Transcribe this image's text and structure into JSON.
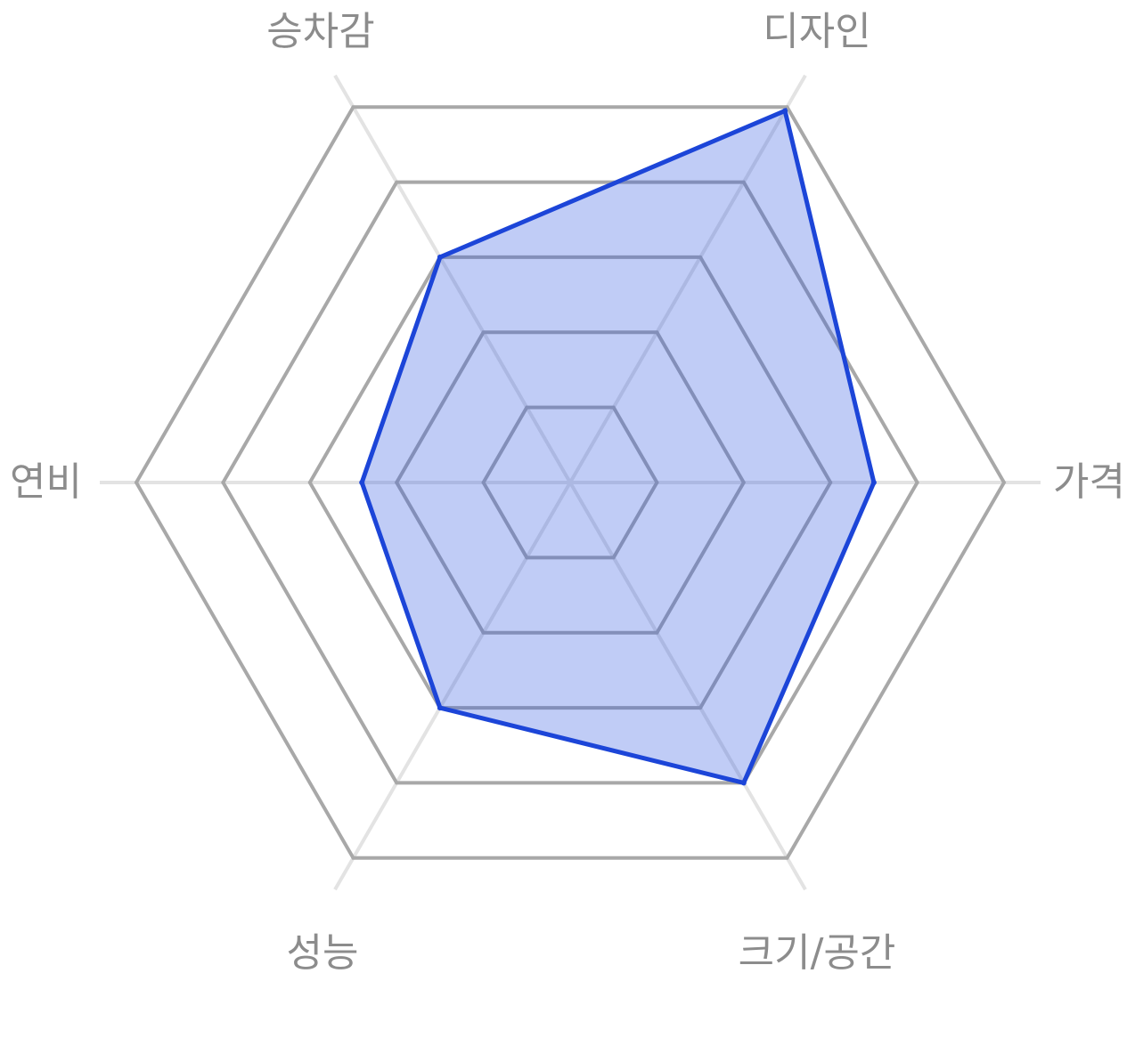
{
  "chart_data": {
    "type": "radar",
    "axes": [
      "가격",
      "디자인",
      "승차감",
      "연비",
      "성능",
      "크기/공간"
    ],
    "values": [
      3.5,
      4.95,
      3.0,
      2.4,
      3.0,
      4.0
    ],
    "range": [
      0,
      5
    ],
    "rings": 5,
    "colors": {
      "series_line": "#1c45d8",
      "series_fill": "#2e56e0",
      "ring": "#a8a8a8",
      "spoke": "#e3e3e3",
      "label": "#8c8c8c"
    }
  }
}
